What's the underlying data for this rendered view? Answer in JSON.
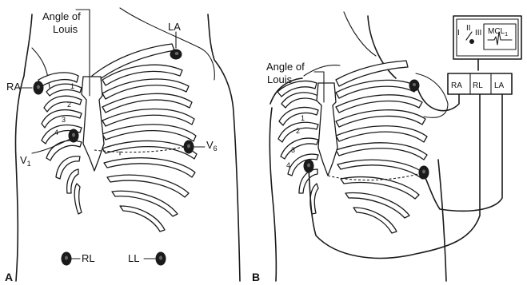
{
  "panel_a": {
    "letter": "A",
    "angle_label_line1": "Angle of",
    "angle_label_line2": "Louis",
    "la": "LA",
    "ra": "RA",
    "v1_main": "V",
    "v1_sub": "1",
    "v6_main": "V",
    "v6_sub": "6",
    "rl": "RL",
    "ll": "LL",
    "rib_numbers": [
      "1",
      "2",
      "3",
      "4"
    ]
  },
  "panel_b": {
    "letter": "B",
    "angle_label_line1": "Angle of",
    "angle_label_line2": "Louis",
    "monitor_leads": [
      "I",
      "II",
      "III"
    ],
    "monitor_display": "MCL",
    "monitor_display_sub": "1",
    "connector_labels": [
      "RA",
      "RL",
      "LA"
    ],
    "rib_numbers": [
      "1",
      "2",
      "3",
      "4"
    ]
  },
  "colors": {
    "ink": "#1a1a1a",
    "background": "#ffffff"
  }
}
